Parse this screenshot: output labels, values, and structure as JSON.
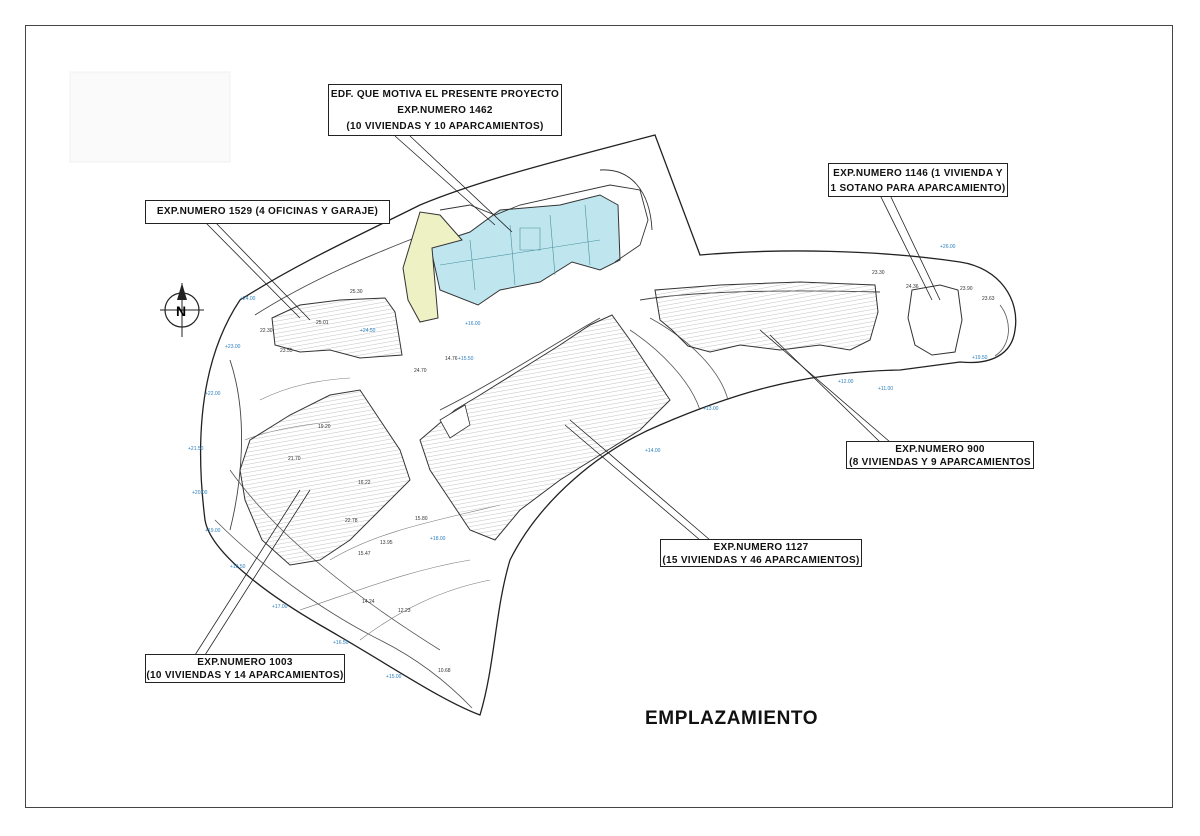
{
  "title": "EMPLAZAMIENTO",
  "north_label": "N",
  "colors": {
    "project_building": "#bfe6ee",
    "garage_building": "#eef1c4",
    "level_labels": "#2a7fbf",
    "lines": "#222222"
  },
  "callouts": {
    "project": {
      "line1": "EDF. QUE MOTIVA EL PRESENTE PROYECTO",
      "line2": "EXP.NUMERO 1462",
      "line3": "(10 VIVIENDAS Y 10 APARCAMIENTOS)"
    },
    "exp1529": {
      "line1": "EXP.NUMERO 1529 (4 OFICINAS Y GARAJE)"
    },
    "exp1146": {
      "line1": "EXP.NUMERO 1146 (1 VIVIENDA Y",
      "line2": "1 SOTANO PARA APARCAMIENTO)"
    },
    "exp900": {
      "line1": "EXP.NUMERO 900",
      "line2": "(8 VIVIENDAS Y 9 APARCAMIENTOS"
    },
    "exp1127": {
      "line1": "EXP.NUMERO 1127",
      "line2": "(15 VIVIENDAS Y 46 APARCAMIENTOS)"
    },
    "exp1003": {
      "line1": "EXP.NUMERO 1003",
      "line2": "(10 VIVIENDAS Y 14 APARCAMIENTOS)"
    }
  },
  "spot_heights": {
    "a": "+24.00",
    "b": "+24.50",
    "c": "+23.00",
    "d": "+22.00",
    "e": "+21.50",
    "f": "+20.00",
    "g": "+19.00",
    "h": "+18.50",
    "i": "+17.00",
    "j": "+16.50",
    "k": "+15.00",
    "l": "+14.00",
    "m": "+13.00",
    "n": "+12.00",
    "o": "+11.00",
    "p": "+16.00",
    "q": "+15.50",
    "r": "+26.00",
    "s": "+19.50",
    "t": "+18.00"
  },
  "site_points": {
    "a": "25.01",
    "b": "24.70",
    "c": "22.30",
    "d": "25.30",
    "e": "23.55",
    "f": "21.70",
    "g": "14.76",
    "h": "19.20",
    "i": "16.22",
    "j": "22.78",
    "k": "15.80",
    "l": "13.95",
    "m": "15.47",
    "n": "14.24",
    "o": "12.23",
    "p": "10.68",
    "q": "23.30",
    "r": "24.36",
    "s": "23.90",
    "t": "23.63"
  }
}
